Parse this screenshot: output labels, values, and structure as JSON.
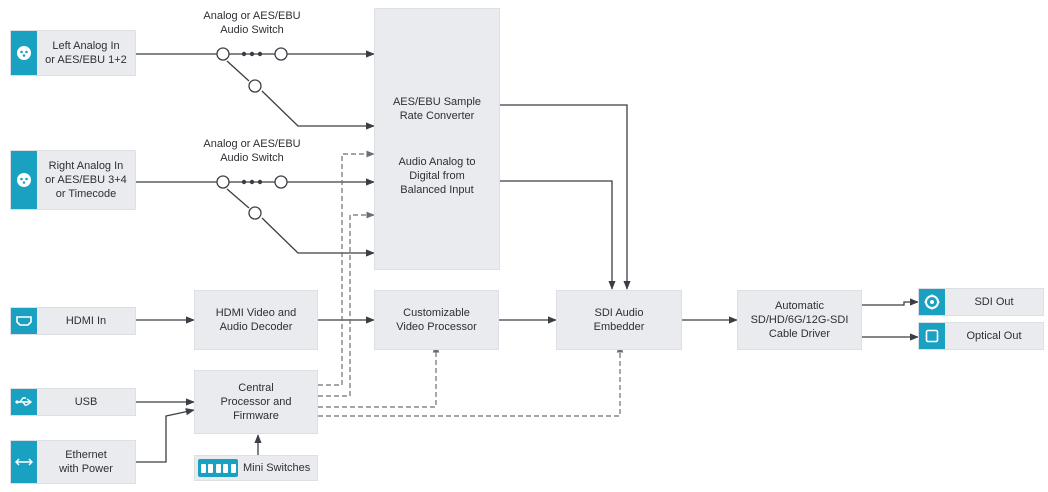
{
  "inputs": {
    "left_analog": "Left Analog In\nor AES/EBU 1+2",
    "right_analog": "Right Analog In\nor AES/EBU 3+4\nor Timecode",
    "hdmi_in": "HDMI In",
    "usb": "USB",
    "ethernet": "Ethernet\nwith Power"
  },
  "switch_captions": {
    "top": "Analog or AES/EBU\nAudio Switch",
    "bottom": "Analog or AES/EBU\nAudio Switch"
  },
  "blocks": {
    "sample_rate_converter": "AES/EBU Sample\nRate Converter",
    "audio_analog": "Audio Analog to\nDigital from\nBalanced Input",
    "hdmi_decoder": "HDMI Video and\nAudio Decoder",
    "video_processor": "Customizable\nVideo Processor",
    "sdi_embedder": "SDI Audio\nEmbedder",
    "cable_driver": "Automatic\nSD/HD/6G/12G-SDI\nCable Driver",
    "central_processor": "Central\nProcessor and\nFirmware",
    "mini_switches": "Mini Switches"
  },
  "outputs": {
    "sdi_out": "SDI Out",
    "optical_out": "Optical Out"
  },
  "icons": {
    "left_analog": "xlr-connector-icon",
    "right_analog": "xlr-connector-icon",
    "hdmi_in": "hdmi-port-icon",
    "usb": "usb-icon",
    "ethernet": "ethernet-arrows-icon",
    "sdi_out": "bnc-connector-icon",
    "optical_out": "optical-port-icon",
    "mini_switches": "dip-switch-icon"
  },
  "colors": {
    "accent": "#1aa1c2",
    "block_fill": "#e9ebee",
    "line": "#3b3e44",
    "dashed_line": "#6b6e74"
  }
}
